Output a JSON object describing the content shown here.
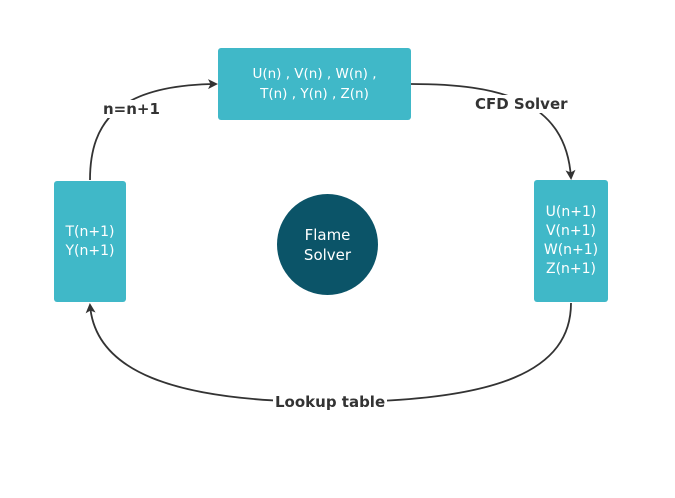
{
  "nodes": {
    "state_n": {
      "lines": [
        "U(n) , V(n) , W(n) ,",
        "T(n) , Y(n) , Z(n)"
      ]
    },
    "state_next_ty": {
      "lines": [
        "T(n+1)",
        "Y(n+1)"
      ]
    },
    "state_next_uvwz": {
      "lines": [
        "U(n+1)",
        "V(n+1)",
        "W(n+1)",
        "Z(n+1)"
      ]
    },
    "flame_solver": {
      "lines": [
        "Flame",
        "Solver"
      ]
    }
  },
  "edges": {
    "increment": {
      "label": "n=n+1"
    },
    "cfd_solver": {
      "label": "CFD Solver"
    },
    "lookup_table": {
      "label": "Lookup table"
    }
  },
  "colors": {
    "box_fill": "#40b8c8",
    "circle_fill": "#0b5468",
    "arrow": "#333333",
    "label_text": "#333333",
    "node_text": "#ffffff"
  }
}
